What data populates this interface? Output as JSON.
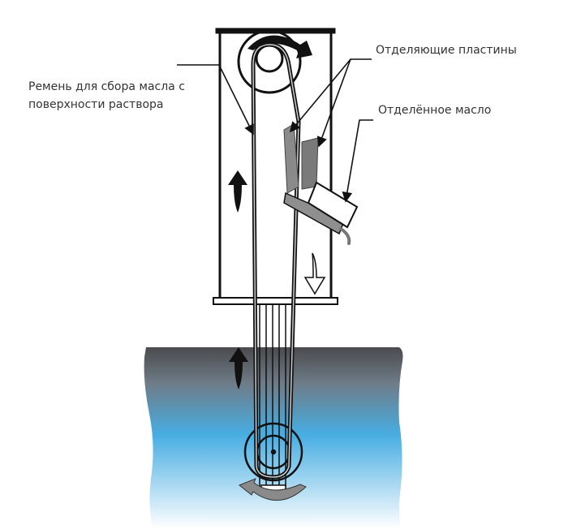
{
  "labels": {
    "belt_line1": "Ремень для сбора масла с",
    "belt_line2": "поверхности раствора",
    "plates": "Отделяющие пластины",
    "oil": "Отделённое масло"
  },
  "colors": {
    "water_top": "#4b4b4d",
    "water_mid": "#47ade2",
    "water_bottom": "#ffffff",
    "plates": "#8a8a8a",
    "stroke": "#111111"
  }
}
